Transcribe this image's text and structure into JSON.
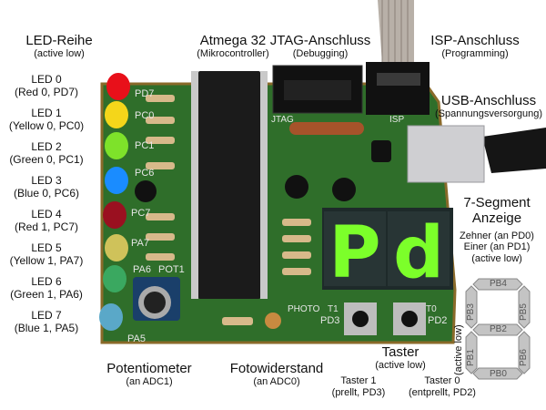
{
  "led_heading": {
    "title": "LED-Reihe",
    "subtitle": "(active low)"
  },
  "leds": [
    {
      "name": "LED 0",
      "detail": "(Red 0, PD7)",
      "color": "#e8101a"
    },
    {
      "name": "LED 1",
      "detail": "(Yellow 0, PC0)",
      "color": "#f4d61a"
    },
    {
      "name": "LED 2",
      "detail": "(Green 0, PC1)",
      "color": "#7ee22a"
    },
    {
      "name": "LED 3",
      "detail": "(Blue 0, PC6)",
      "color": "#1a8cff"
    },
    {
      "name": "LED 4",
      "detail": "(Red 1, PC7)",
      "color": "#9a1020"
    },
    {
      "name": "LED 5",
      "detail": "(Yellow 1, PA7)",
      "color": "#cfc25a"
    },
    {
      "name": "LED 6",
      "detail": "(Green 1, PA6)",
      "color": "#3aa860"
    },
    {
      "name": "LED 7",
      "detail": "(Blue 1, PA5)",
      "color": "#5aa8c8"
    }
  ],
  "mcu": {
    "title": "Atmega 32",
    "subtitle": "(Mikrocontroller)"
  },
  "jtag": {
    "title": "JTAG-Anschluss",
    "subtitle": "(Debugging)"
  },
  "isp": {
    "title": "ISP-Anschluss",
    "subtitle": "(Programming)"
  },
  "usb": {
    "title": "USB-Anschluss",
    "subtitle": "(Spannungsversorgung)"
  },
  "segment": {
    "title_line1": "7-Segment",
    "title_line2": "Anzeige",
    "line1": "Zehner (an PD0)",
    "line2": "Einer (an PD1)",
    "line3": "(active low)"
  },
  "pot": {
    "title": "Potentiometer",
    "subtitle": "(an ADC1)"
  },
  "ldr": {
    "title": "Fotowiderstand",
    "subtitle": "(an ADC0)"
  },
  "buttons": {
    "title": "Taster",
    "subtitle": "(active low)",
    "t1_line1": "Taster 1",
    "t1_line2": "(prellt, PD3)",
    "t0_line1": "Taster 0",
    "t0_line2": "(entprellt, PD2)"
  },
  "seg_diagram": {
    "side_label": "(active low)",
    "pb4": "PB4",
    "pb3": "PB3",
    "pb5": "PB5",
    "pb2": "PB2",
    "pb1": "PB1",
    "pb6": "PB6",
    "pb0": "PB0"
  },
  "board_silk": {
    "pd7": "PD7",
    "pc0": "PC0",
    "pc1": "PC1",
    "pc6": "PC6",
    "pc7": "PC7",
    "pa7": "PA7",
    "pa6": "PA6",
    "pa5": "PA5",
    "pot1": "POT1",
    "photo": "PHOTO",
    "pd3": "PD3",
    "pd2": "PD2",
    "t1": "T1",
    "t0": "T0",
    "jtag": "JTAG",
    "isp": "ISP",
    "display_text": "Pd"
  },
  "colors": {
    "pcb": "#2f6e2a",
    "segment_on": "#7cff2a"
  }
}
